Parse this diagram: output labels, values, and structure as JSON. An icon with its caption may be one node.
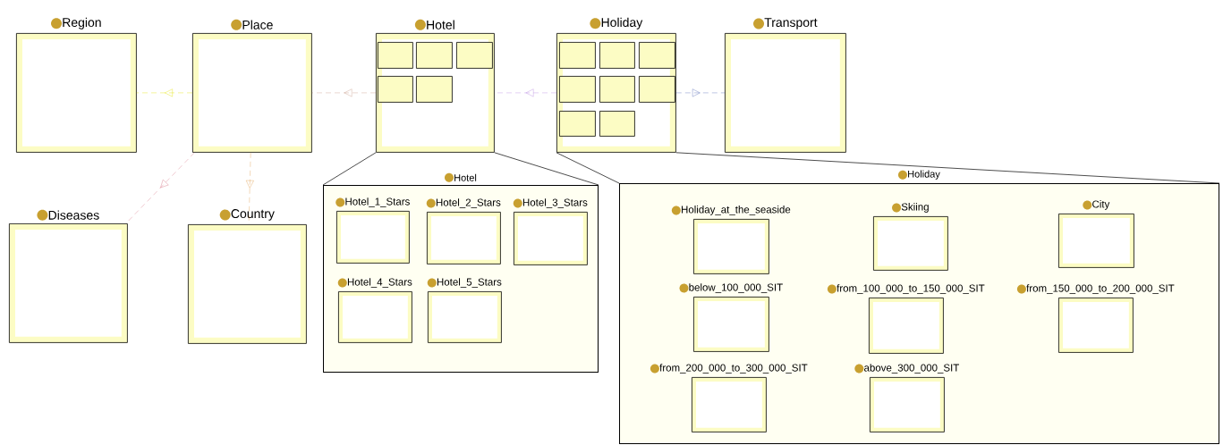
{
  "diagram": {
    "nodes": [
      {
        "text": [
          "Region"
        ]
      },
      {
        "text": [
          "Place"
        ]
      },
      {
        "text": [
          "Hotel"
        ]
      },
      {
        "text": [],
        "shape": "box",
        "in": 2
      },
      {
        "text": [],
        "shape": "box",
        "in": 2
      },
      {
        "text": [],
        "shape": "box",
        "in": 2
      },
      {
        "text": [],
        "shape": "box",
        "in": 2
      },
      {
        "text": [],
        "shape": "box",
        "in": 2
      },
      {
        "text": [
          "Holiday"
        ]
      },
      {
        "text": [],
        "shape": "box",
        "in": 8
      },
      {
        "text": [],
        "shape": "box",
        "in": 8
      },
      {
        "text": [],
        "shape": "box",
        "in": 8
      },
      {
        "text": [],
        "shape": "box",
        "in": 8
      },
      {
        "text": [],
        "shape": "box",
        "in": 8
      },
      {
        "text": [],
        "shape": "box",
        "in": 8
      },
      {
        "text": [],
        "shape": "box",
        "in": 8
      },
      {
        "text": [],
        "shape": "box",
        "in": 8
      },
      {
        "text": [
          "Transport"
        ]
      },
      {
        "text": [
          "Diseases"
        ]
      },
      {
        "text": [
          "Country"
        ]
      },
      {
        "text": [
          "Hotel"
        ]
      },
      {
        "text": [
          "Hotel_1_Stars"
        ],
        "in": 20
      },
      {
        "text": [
          "Hotel_2_Stars"
        ],
        "in": 20
      },
      {
        "text": [
          "Hotel_3_Stars"
        ],
        "in": 20
      },
      {
        "text": [
          "Hotel_4_Stars"
        ],
        "in": 20
      },
      {
        "text": [
          "Hotel_5_Stars"
        ],
        "in": 20
      },
      {
        "text": [
          "Holiday"
        ]
      },
      {
        "text": [
          "Holiday_at_the_seaside"
        ],
        "in": 26
      },
      {
        "text": [
          "Skiing"
        ],
        "in": 26
      },
      {
        "text": [
          "City"
        ],
        "in": 26
      },
      {
        "text": [
          "below_100_000_SIT"
        ],
        "in": 26
      },
      {
        "text": [
          "from_100_000_to_150_000_SIT"
        ],
        "in": 26
      },
      {
        "text": [
          "from_150_000_to_200_000_SIT"
        ],
        "in": 26
      },
      {
        "text": [
          "from_200_000_to_300_000_SIT"
        ],
        "in": 26
      },
      {
        "text": [
          "above_300_000_SIT"
        ],
        "in": 26
      }
    ],
    "edges": [
      {
        "from": 1,
        "to": 0,
        "arrow": "to",
        "style": "dashed",
        "color": "#e4e400"
      },
      {
        "from": 2,
        "to": 1,
        "arrow": "to",
        "style": "dashed",
        "color": "#c89c8c"
      },
      {
        "from": 8,
        "to": 2,
        "arrow": "to",
        "style": "dashed",
        "color": "#b88ce0"
      },
      {
        "from": 8,
        "to": 17,
        "arrow": "to",
        "style": "dashed",
        "color": "#5c70b8"
      },
      {
        "from": 1,
        "to": 18,
        "arrow": "to",
        "style": "dashed",
        "color": "#d87888"
      },
      {
        "from": 1,
        "to": 19,
        "arrow": "to",
        "style": "dashed",
        "color": "#e0a050"
      },
      {
        "from": 2,
        "to": 20,
        "arrow": "none"
      },
      {
        "from": 2,
        "to": 20,
        "arrow": "none"
      },
      {
        "from": 8,
        "to": 26,
        "arrow": "none"
      },
      {
        "from": 8,
        "to": 26,
        "arrow": "none"
      }
    ]
  }
}
